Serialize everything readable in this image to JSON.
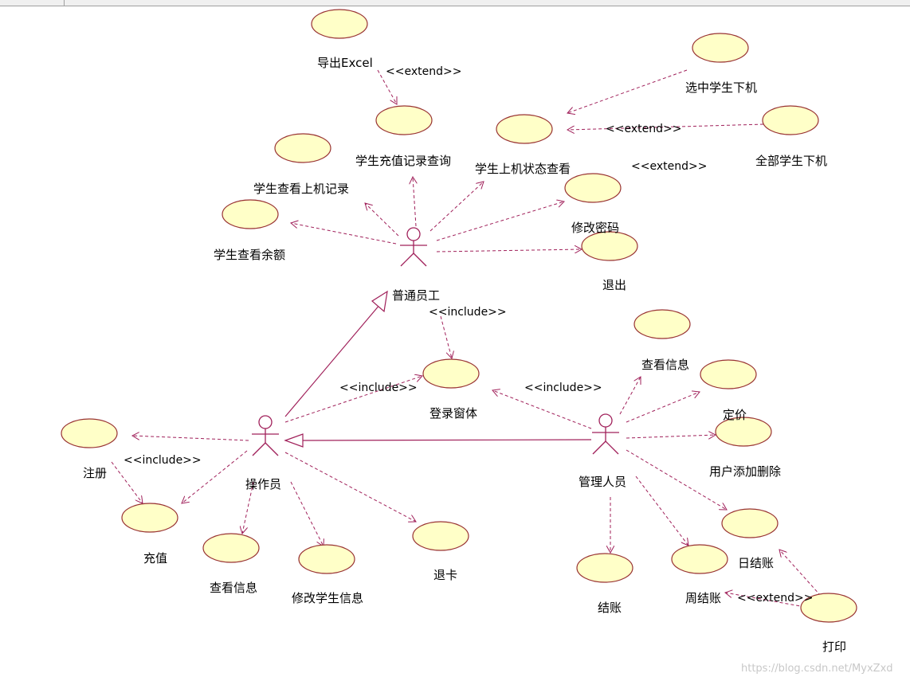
{
  "actors": {
    "staff": "普通员工",
    "operator": "操作员",
    "admin": "管理人员"
  },
  "usecases": {
    "export_excel": "导出Excel",
    "recharge_query": "学生充值记录查询",
    "online_status": "学生上机状态查看",
    "select_offline": "选中学生下机",
    "all_offline": "全部学生下机",
    "view_records": "学生查看上机记录",
    "view_balance": "学生查看余额",
    "change_password": "修改密码",
    "exit": "退出",
    "login": "登录窗体",
    "register": "注册",
    "recharge": "充值",
    "op_view_info": "查看信息",
    "edit_student": "修改学生信息",
    "return_card": "退卡",
    "admin_view_info": "查看信息",
    "pricing": "定价",
    "user_add_delete": "用户添加删除",
    "checkout": "结账",
    "weekly_checkout": "周结账",
    "daily_checkout": "日结账",
    "print": "打印"
  },
  "stereotypes": {
    "extend": "<<extend>>",
    "include": "<<include>>"
  },
  "watermark": "https://blog.csdn.net/MyxZxd",
  "colors": {
    "usecase_fill": "#ffffc8",
    "usecase_stroke": "#993333",
    "line": "#a0205a"
  }
}
